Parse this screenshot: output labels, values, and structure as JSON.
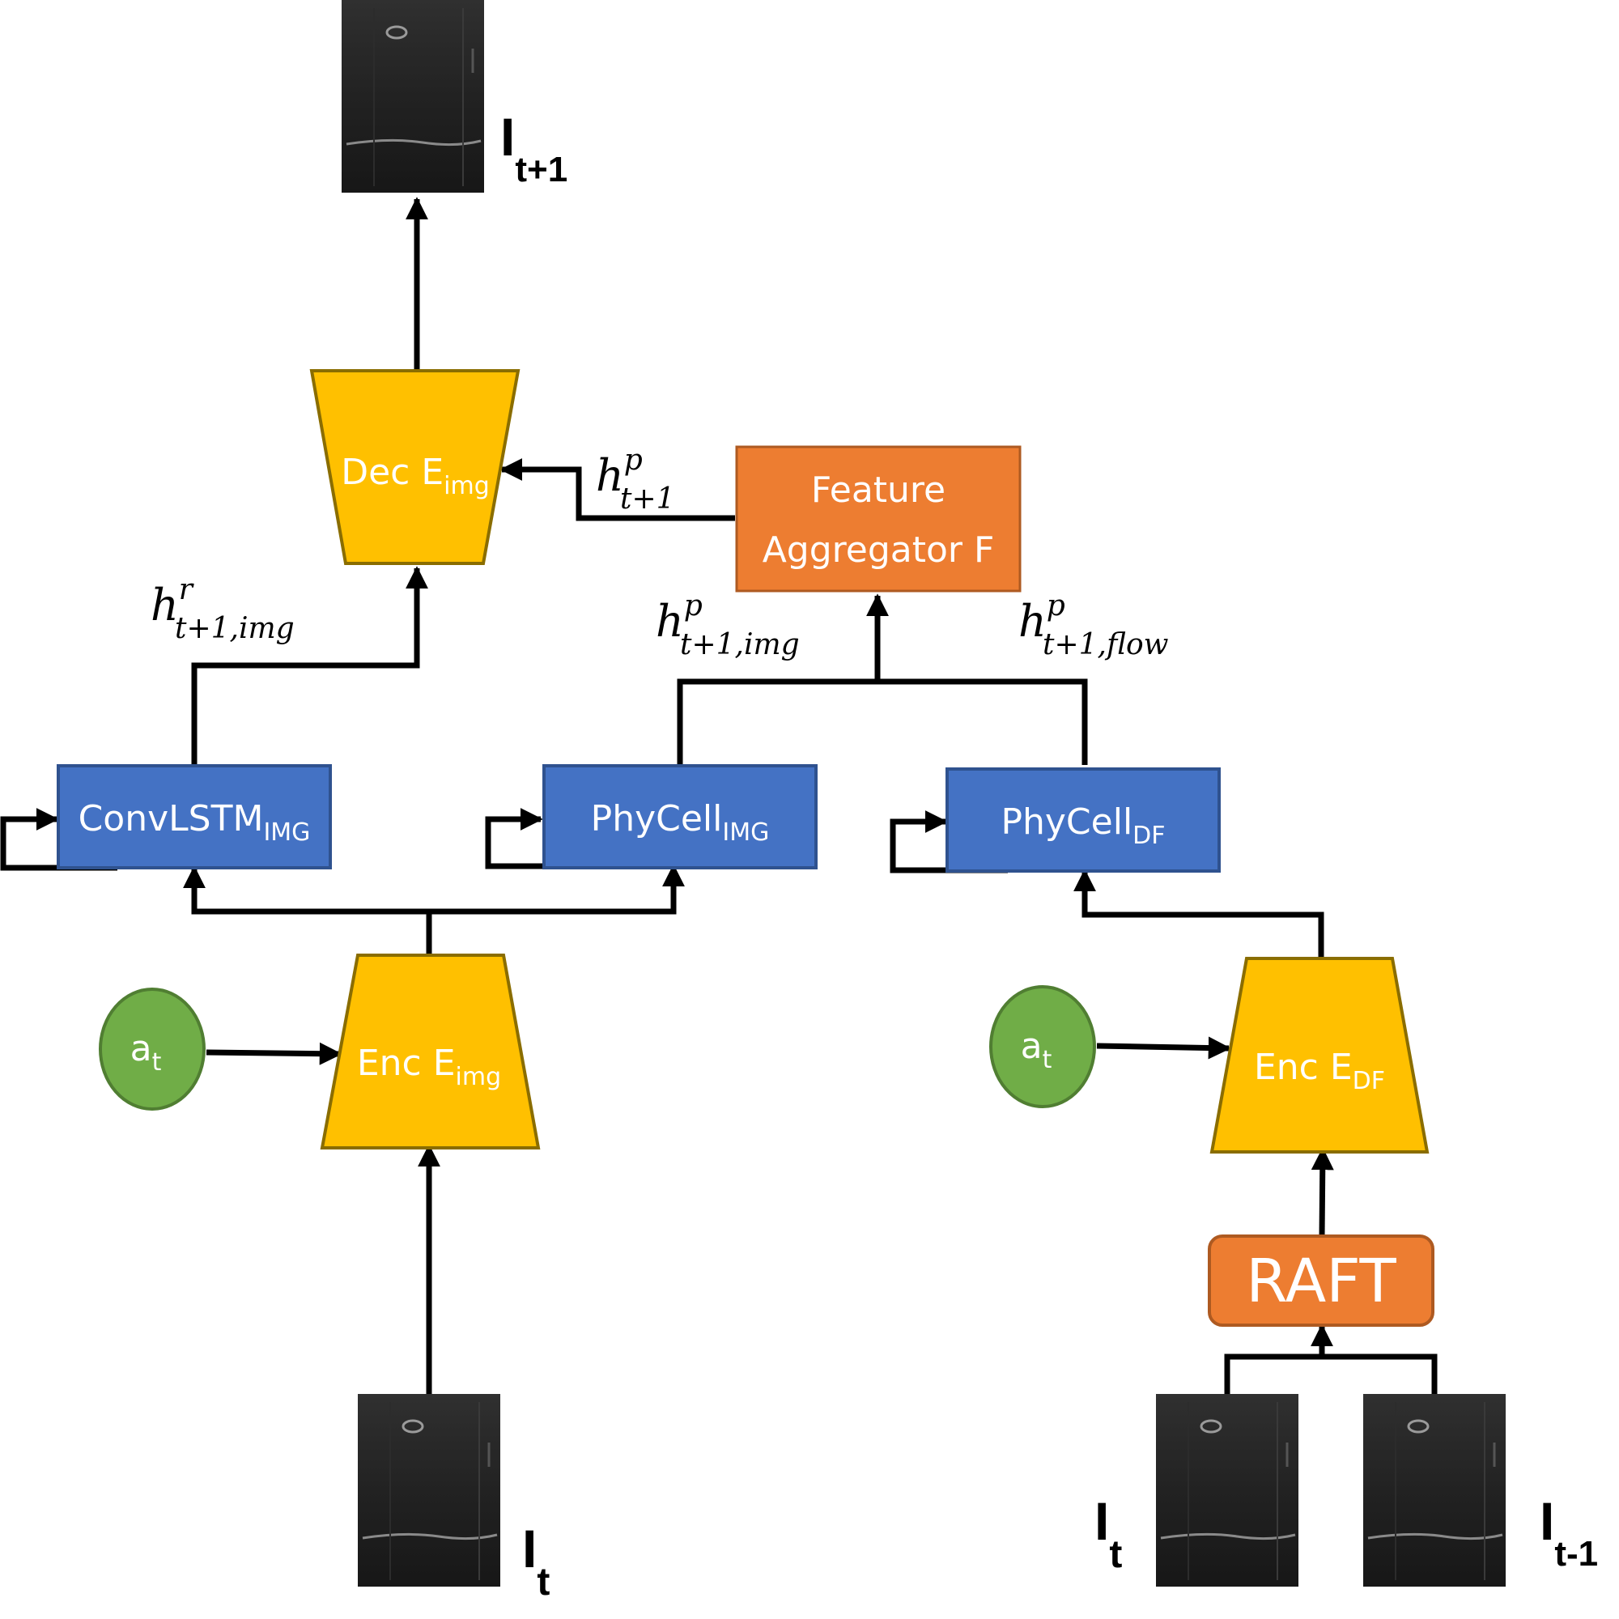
{
  "colors": {
    "encoder_fill": "#ffc000",
    "encoder_stroke": "#8a6d00",
    "cell_fill": "#4472c4",
    "cell_stroke": "#2f528f",
    "orange_fill": "#ed7d31",
    "orange_stroke": "#ae5a21",
    "action_fill": "#70ad47",
    "action_stroke": "#507e32",
    "line": "#000000"
  },
  "blocks": {
    "dec_img": {
      "main": "Dec E",
      "sub": "img"
    },
    "enc_img": {
      "main": "Enc E",
      "sub": "img"
    },
    "enc_df": {
      "main": "Enc E",
      "sub": "DF"
    },
    "convlstm_img": {
      "main": "ConvLSTM",
      "sub": "IMG"
    },
    "phycell_img": {
      "main": "PhyCell",
      "sub": "IMG"
    },
    "phycell_df": {
      "main": "PhyCell",
      "sub": "DF"
    },
    "feature_aggregator": {
      "line1": "Feature",
      "line2": "Aggregator F"
    },
    "raft": {
      "label": "RAFT"
    }
  },
  "actions": {
    "left": {
      "main": "a",
      "sub": "t"
    },
    "right": {
      "main": "a",
      "sub": "t"
    }
  },
  "frames": {
    "output": {
      "main": "I",
      "sub": "t+1"
    },
    "input_left": {
      "main": "I",
      "sub": "t"
    },
    "input_right_t": {
      "main": "I",
      "sub": "t"
    },
    "input_right_t1": {
      "main": "I",
      "sub": "t-1"
    }
  },
  "hidden_states": {
    "h_p_next": {
      "base": "h",
      "sup": "p",
      "sub": "t+1"
    },
    "h_r_img": {
      "base": "h",
      "sup": "r",
      "sub": "t+1,img"
    },
    "h_p_img": {
      "base": "h",
      "sup": "p",
      "sub": "t+1,img"
    },
    "h_p_flow": {
      "base": "h",
      "sup": "p",
      "sub": "t+1,flow"
    }
  },
  "icons": {
    "frame_thumbnail": "ultrasound-frame-icon",
    "recurrent_loop": "recurrence-loop-arrow-icon"
  }
}
